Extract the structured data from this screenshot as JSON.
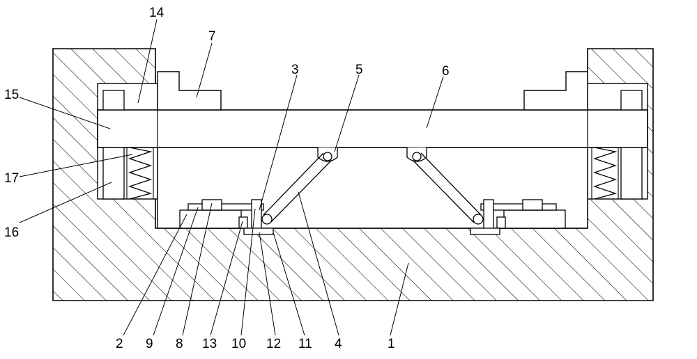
{
  "diagram": {
    "kind": "mechanical cross-section drawing",
    "colors": {
      "line": "#000000",
      "background": "#ffffff",
      "hatch": "#000000"
    },
    "labels": [
      {
        "id": "label-1",
        "text": "1"
      },
      {
        "id": "label-2",
        "text": "2"
      },
      {
        "id": "label-3",
        "text": "3"
      },
      {
        "id": "label-4",
        "text": "4"
      },
      {
        "id": "label-5",
        "text": "5"
      },
      {
        "id": "label-6",
        "text": "6"
      },
      {
        "id": "label-7",
        "text": "7"
      },
      {
        "id": "label-8",
        "text": "8"
      },
      {
        "id": "label-9",
        "text": "9"
      },
      {
        "id": "label-10",
        "text": "10"
      },
      {
        "id": "label-11",
        "text": "11"
      },
      {
        "id": "label-12",
        "text": "12"
      },
      {
        "id": "label-13",
        "text": "13"
      },
      {
        "id": "label-14",
        "text": "14"
      },
      {
        "id": "label-15",
        "text": "15"
      },
      {
        "id": "label-16",
        "text": "16"
      },
      {
        "id": "label-17",
        "text": "17"
      }
    ]
  }
}
